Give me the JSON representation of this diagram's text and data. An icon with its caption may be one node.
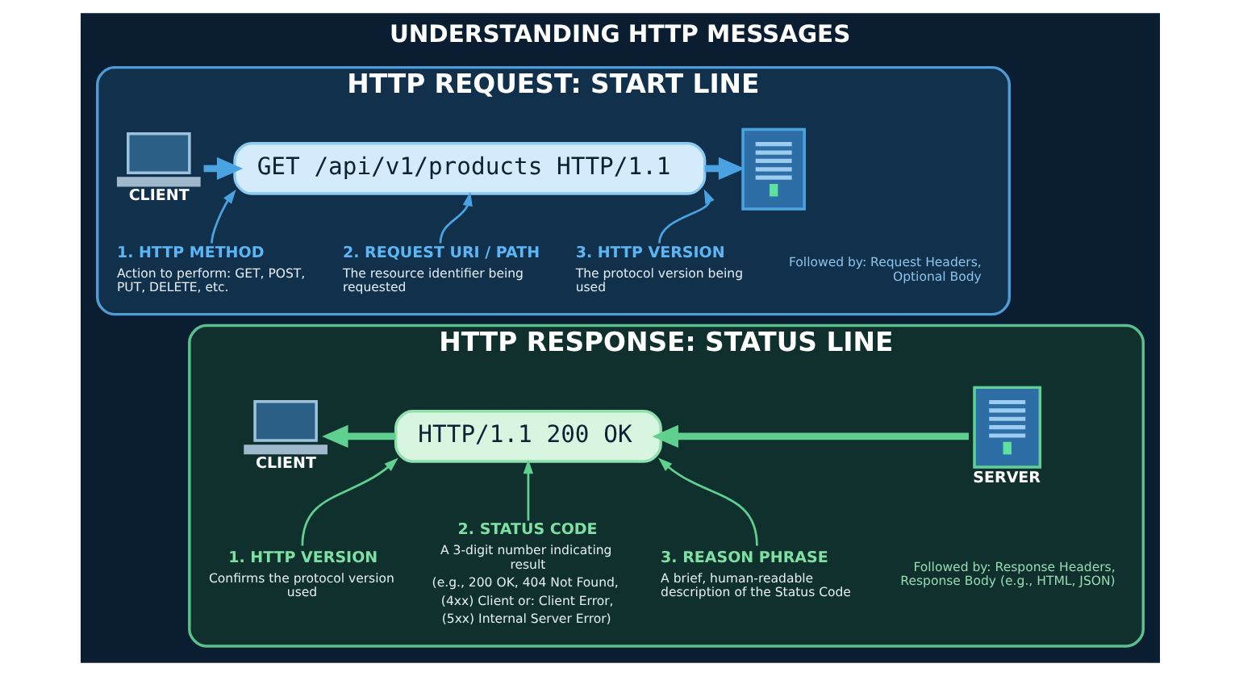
{
  "diagram": {
    "title": "UNDERSTANDING HTTP MESSAGES",
    "nodes": [
      {
        "text": [
          "HTTP REQUEST: START LINE"
        ]
      },
      {
        "text": [
          "CLIENT"
        ],
        "in": 0
      },
      {
        "text": [
          "GET /api/v1/products HTTP/1.1"
        ],
        "in": 0
      },
      {
        "text": [],
        "shape": "picture",
        "in": 0
      },
      {
        "text": [
          "1. HTTP METHOD",
          "Action to perform: GET, POST, PUT, DELETE, etc."
        ],
        "in": 0
      },
      {
        "text": [
          "2. REQUEST URI / PATH",
          "The resource identifier being requested"
        ],
        "in": 0
      },
      {
        "text": [
          "3. HTTP VERSION",
          "The protocol version being used"
        ],
        "in": 0
      },
      {
        "text": [
          "HTTP RESPONSE: STATUS LINE"
        ]
      },
      {
        "text": [
          "CLIENT"
        ],
        "in": 7
      },
      {
        "text": [
          "HTTP/1.1 200 OK"
        ],
        "in": 7
      },
      {
        "text": [
          "SERVER"
        ],
        "in": 7
      },
      {
        "text": [
          "1. HTTP VERSION",
          "Confirms the protocol version used"
        ],
        "in": 7
      },
      {
        "text": [
          "2. STATUS CODE",
          "A 3-digit number indicating result",
          "(e.g., 200 OK, 404 Not Found,",
          "(4xx) Client or: Client Error,",
          "(5xx) Internal Server Error)"
        ],
        "in": 7
      },
      {
        "text": [
          "3. REASON PHRASE",
          "A brief, human-readable description of the Status Code"
        ],
        "in": 7
      }
    ],
    "edges": [
      {
        "from": 1,
        "to": 2,
        "arrow": "to",
        "style": "thick",
        "color": "#4aa3e0"
      },
      {
        "from": 2,
        "to": 3,
        "arrow": "to",
        "style": "thick",
        "color": "#4aa3e0"
      },
      {
        "from": 4,
        "to": 2,
        "arrow": "to",
        "color": "#4aa3e0"
      },
      {
        "from": 5,
        "to": 2,
        "arrow": "to",
        "color": "#4aa3e0"
      },
      {
        "from": 6,
        "to": 2,
        "arrow": "to",
        "color": "#4aa3e0"
      },
      {
        "from": 10,
        "to": 9,
        "arrow": "to",
        "style": "thick",
        "color": "#5fd08f"
      },
      {
        "from": 9,
        "to": 8,
        "arrow": "to",
        "style": "thick",
        "color": "#5fd08f"
      },
      {
        "from": 11,
        "to": 9,
        "arrow": "to",
        "color": "#5fd08f"
      },
      {
        "from": 12,
        "to": 9,
        "arrow": "to",
        "color": "#5fd08f"
      },
      {
        "from": 13,
        "to": 9,
        "arrow": "to",
        "color": "#5fd08f"
      }
    ],
    "labels": [
      "Followed by: Request Headers, Optional Body",
      "Followed by: Response Headers, Response Body (e.g., HTML, JSON)"
    ]
  }
}
